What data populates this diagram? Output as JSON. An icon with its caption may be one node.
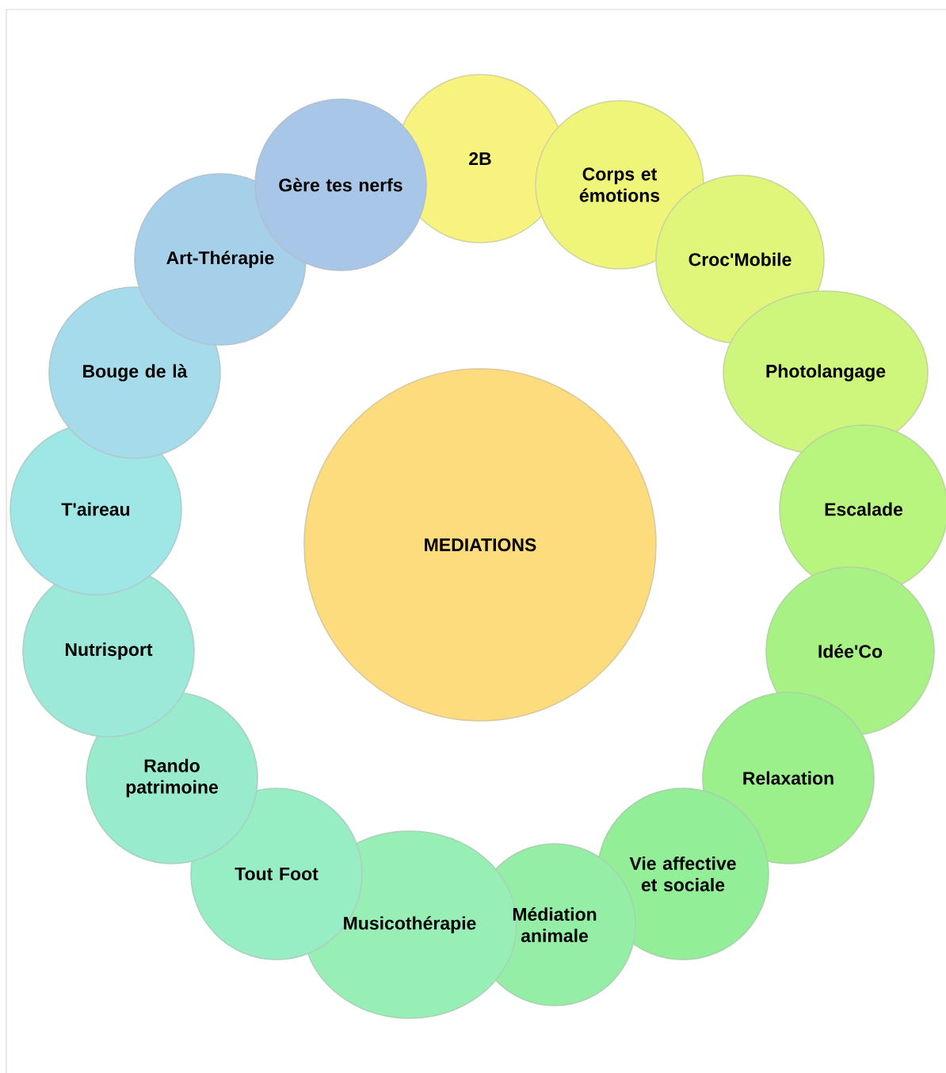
{
  "diagram": {
    "nodes": [
      {
        "text": [
          "MEDIATIONS"
        ]
      },
      {
        "text": [
          "2B"
        ]
      },
      {
        "text": [
          "Corps et émotions"
        ]
      },
      {
        "text": [
          "Croc'Mobile"
        ]
      },
      {
        "text": [
          "Photolangage"
        ]
      },
      {
        "text": [
          "Escalade"
        ]
      },
      {
        "text": [
          "Idée'Co"
        ]
      },
      {
        "text": [
          "Relaxation"
        ]
      },
      {
        "text": [
          "Vie affective et sociale"
        ]
      },
      {
        "text": [
          "Médiation animale"
        ]
      },
      {
        "text": [
          "Musicothérapie"
        ]
      },
      {
        "text": [
          "Tout Foot"
        ]
      },
      {
        "text": [
          "Rando patrimoine"
        ]
      },
      {
        "text": [
          "Nutrisport"
        ]
      },
      {
        "text": [
          "T'aireau"
        ]
      },
      {
        "text": [
          "Bouge de là"
        ]
      },
      {
        "text": [
          "Art-Thérapie"
        ]
      },
      {
        "text": [
          "Gère tes nerfs"
        ]
      }
    ]
  }
}
